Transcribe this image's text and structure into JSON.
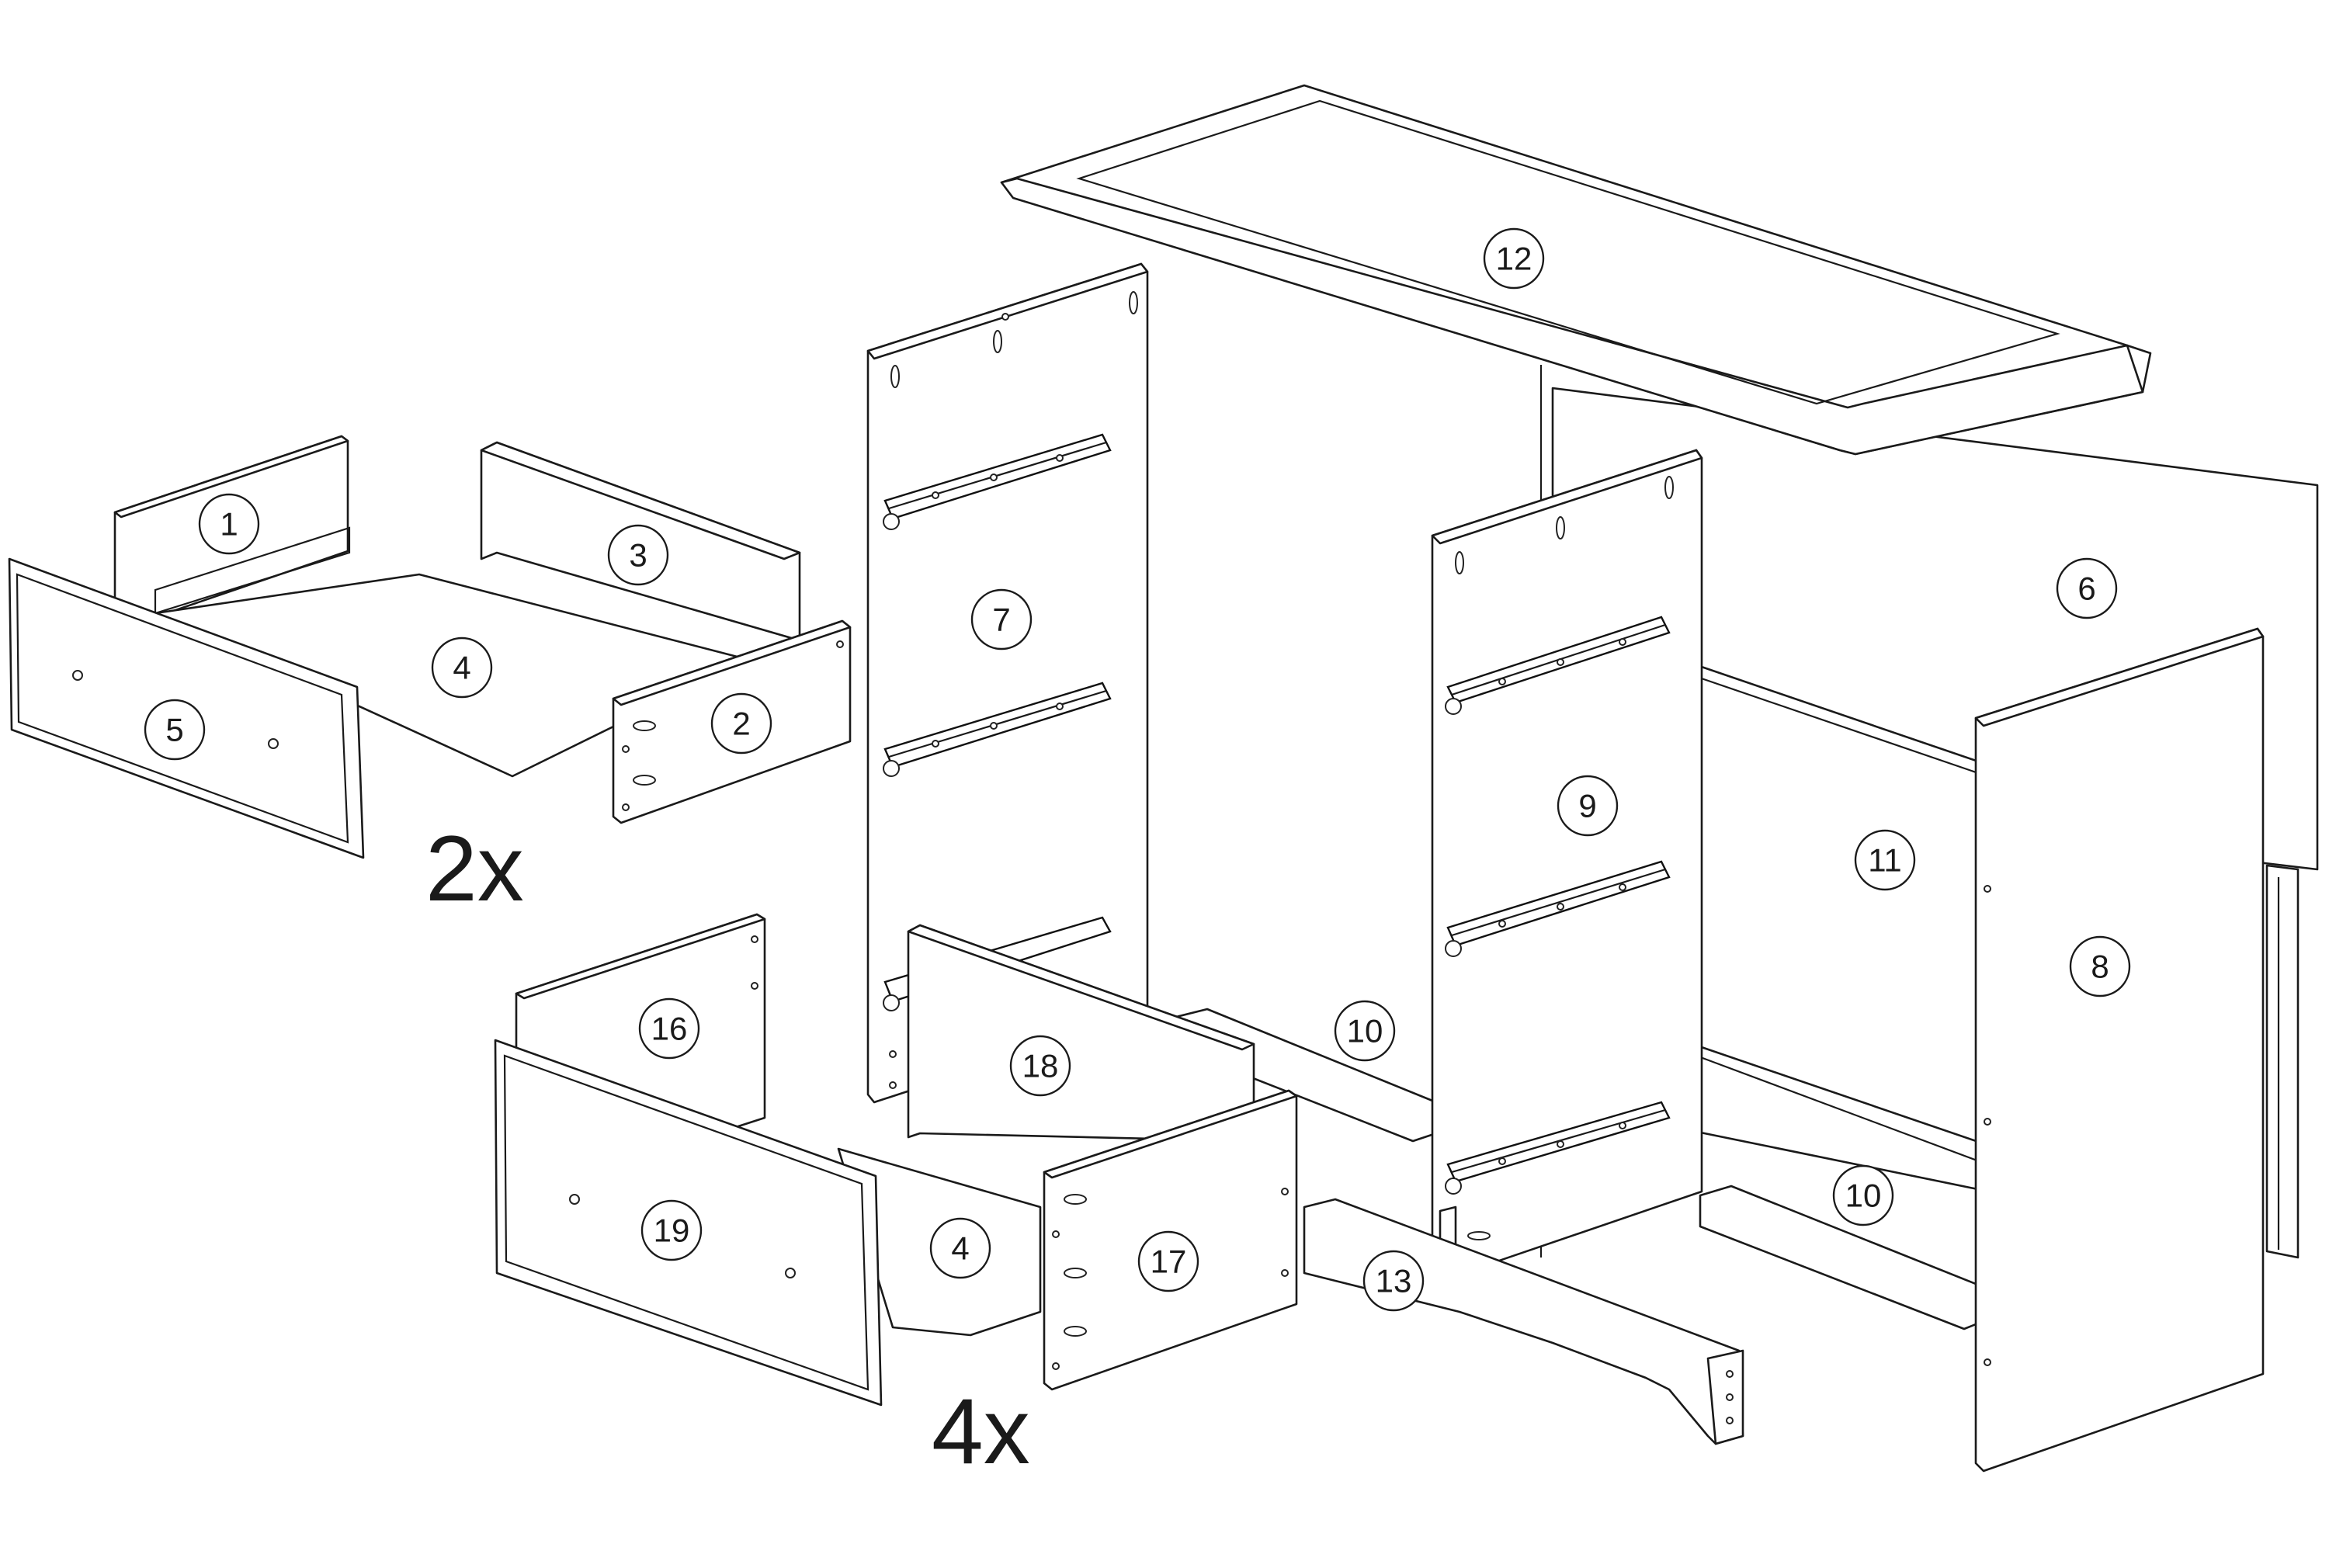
{
  "parts": [
    {
      "id": "part-1",
      "number": "1"
    },
    {
      "id": "part-2",
      "number": "2"
    },
    {
      "id": "part-3",
      "number": "3"
    },
    {
      "id": "part-4-upper",
      "number": "4"
    },
    {
      "id": "part-5",
      "number": "5"
    },
    {
      "id": "part-6",
      "number": "6"
    },
    {
      "id": "part-7",
      "number": "7"
    },
    {
      "id": "part-8",
      "number": "8"
    },
    {
      "id": "part-9",
      "number": "9"
    },
    {
      "id": "part-10-upper",
      "number": "10"
    },
    {
      "id": "part-10-lower",
      "number": "10"
    },
    {
      "id": "part-11",
      "number": "11"
    },
    {
      "id": "part-12",
      "number": "12"
    },
    {
      "id": "part-13",
      "number": "13"
    },
    {
      "id": "part-16",
      "number": "16"
    },
    {
      "id": "part-17",
      "number": "17"
    },
    {
      "id": "part-18",
      "number": "18"
    },
    {
      "id": "part-19",
      "number": "19"
    },
    {
      "id": "part-4-lower",
      "number": "4"
    }
  ],
  "quantities": {
    "upper_drawer": "2x",
    "lower_drawer": "4x"
  },
  "colors": {
    "line": "#1a1a1a",
    "background": "#ffffff"
  }
}
